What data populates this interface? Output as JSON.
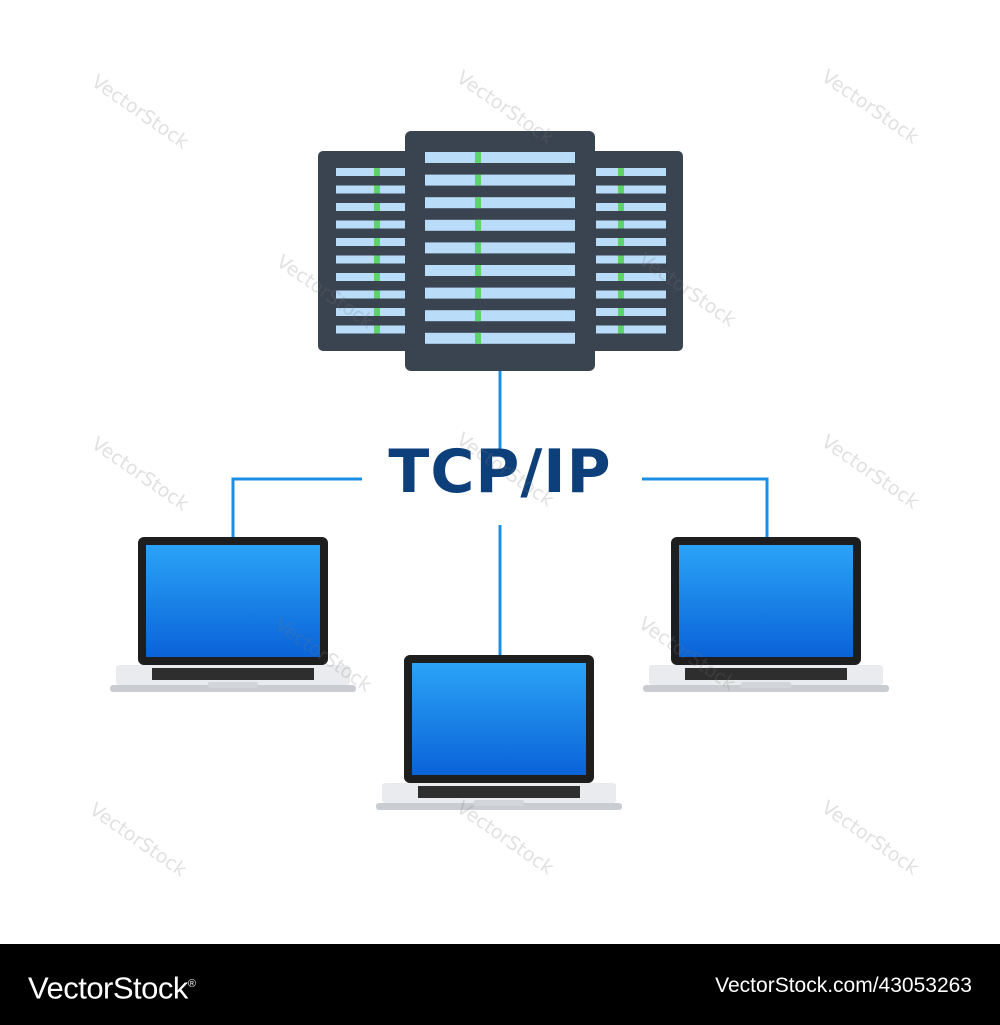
{
  "diagram": {
    "title": "TCP/IP",
    "colors": {
      "link_line": "#1b8fe6",
      "server_body": "#3a4350",
      "server_slot": "#b9dcf8",
      "server_led": "#5fd36b",
      "laptop_screen_top": "#2ba3f7",
      "laptop_screen_bottom": "#0a63d8",
      "laptop_bezel": "#1e1e1e",
      "laptop_base": "#e9ebee",
      "title": "#0d3f7a"
    },
    "nodes": [
      {
        "id": "server-rack",
        "kind": "server"
      },
      {
        "id": "laptop-left",
        "kind": "laptop"
      },
      {
        "id": "laptop-center",
        "kind": "laptop"
      },
      {
        "id": "laptop-right",
        "kind": "laptop"
      }
    ],
    "links": [
      {
        "from": "server-rack",
        "to": "laptop-left"
      },
      {
        "from": "server-rack",
        "to": "laptop-center"
      },
      {
        "from": "server-rack",
        "to": "laptop-right"
      }
    ]
  },
  "watermark": {
    "text": "VectorStock"
  },
  "footer": {
    "brand": "VectorStock",
    "brand_mark": "®",
    "image_id": "VectorStock.com/43053263"
  }
}
